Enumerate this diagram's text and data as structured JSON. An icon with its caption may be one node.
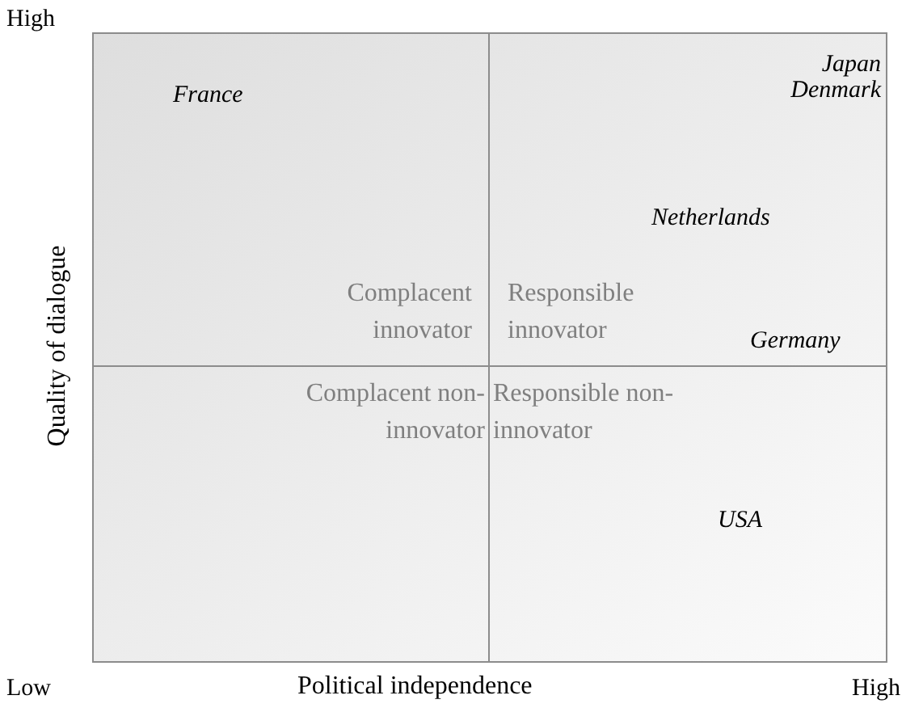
{
  "diagram": {
    "nodes": [
      {
        "text": [
          "Complacent innovator"
        ]
      },
      {
        "text": [
          "Responsible innovator"
        ]
      },
      {
        "text": [
          "Complacent non-innovator"
        ]
      },
      {
        "text": [
          "Responsible non-innovator"
        ]
      }
    ],
    "labels": [
      "High",
      "France",
      "Japan",
      "Denmark",
      "Netherlands",
      "Quality of dialogue",
      "Germany",
      "USA",
      "Low",
      "Political independence",
      "High"
    ]
  }
}
